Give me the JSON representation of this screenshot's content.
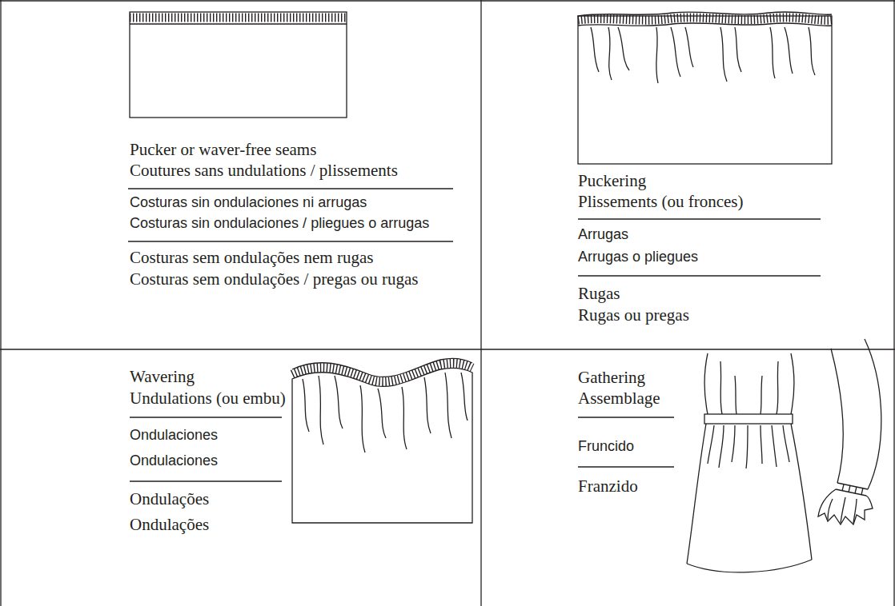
{
  "diagram": {
    "labels": [
      "Pucker or waver-free seams",
      "Coutures sans undulations / plissements",
      "Costuras sin ondulaciones ni arrugas",
      "Costuras sin ondulaciones / pliegues o arrugas",
      "Costuras sem ondulações nem rugas",
      "Costuras sem ondulações / pregas ou rugas",
      "Puckering",
      "Plissements (ou fronces)",
      "Arrugas",
      "Arrugas o pliegues",
      "Rugas",
      "Rugas ou pregas",
      "Wavering",
      "Undulations (ou embu)",
      "Ondulaciones",
      "Ondulaciones",
      "Ondulações",
      "Ondulações",
      "Gathering",
      "Assemblage",
      "Fruncido",
      "Franzido"
    ]
  }
}
